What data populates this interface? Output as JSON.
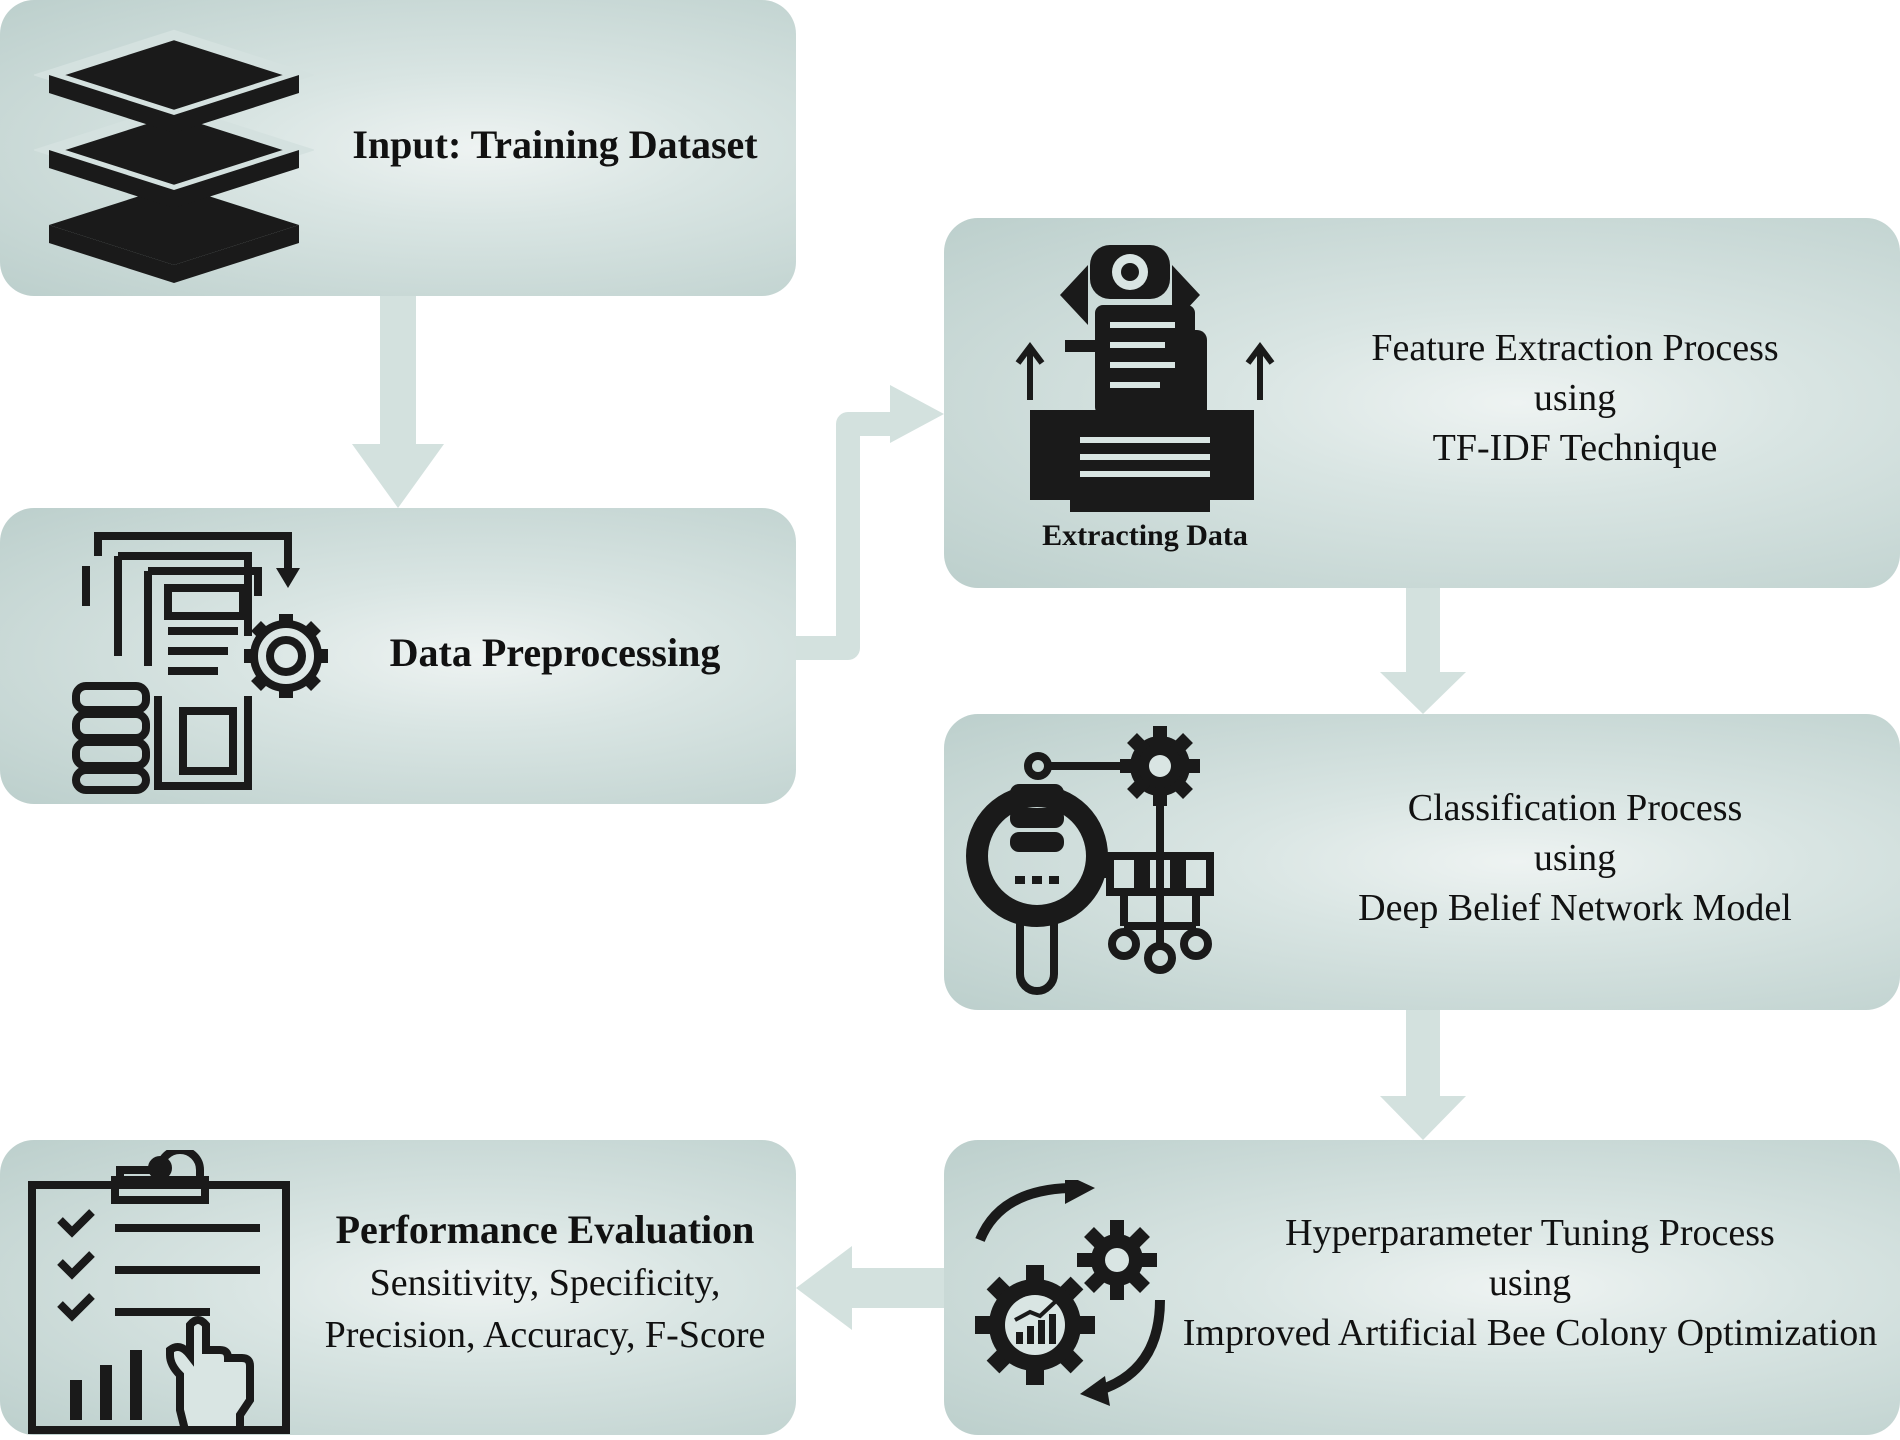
{
  "diagram": {
    "input": {
      "title": "Input: Training Dataset",
      "icon": "layers-icon"
    },
    "preprocessing": {
      "title": "Data Preprocessing",
      "icon": "document-gear-database-icon"
    },
    "feature_extraction": {
      "line1": "Feature Extraction Process",
      "line2": "using",
      "line3": "TF-IDF Technique",
      "icon_caption": "Extracting Data",
      "icon": "robot-extracting-data-icon"
    },
    "classification": {
      "line1": "Classification Process",
      "line2": "using",
      "line3": "Deep Belief Network Model",
      "icon": "search-network-gear-icon"
    },
    "tuning": {
      "line1": "Hyperparameter Tuning Process",
      "line2": "using",
      "line3": "Improved Artificial Bee Colony Optimization",
      "icon": "gears-cycle-icon"
    },
    "evaluation": {
      "title": "Performance Evaluation",
      "line1": "Sensitivity, Specificity,",
      "line2": "Precision, Accuracy, F-Score",
      "icon": "clipboard-checklist-icon"
    },
    "colors": {
      "box": "#c9d9d6",
      "arrow": "#d3e1de",
      "ink": "#111111"
    }
  }
}
